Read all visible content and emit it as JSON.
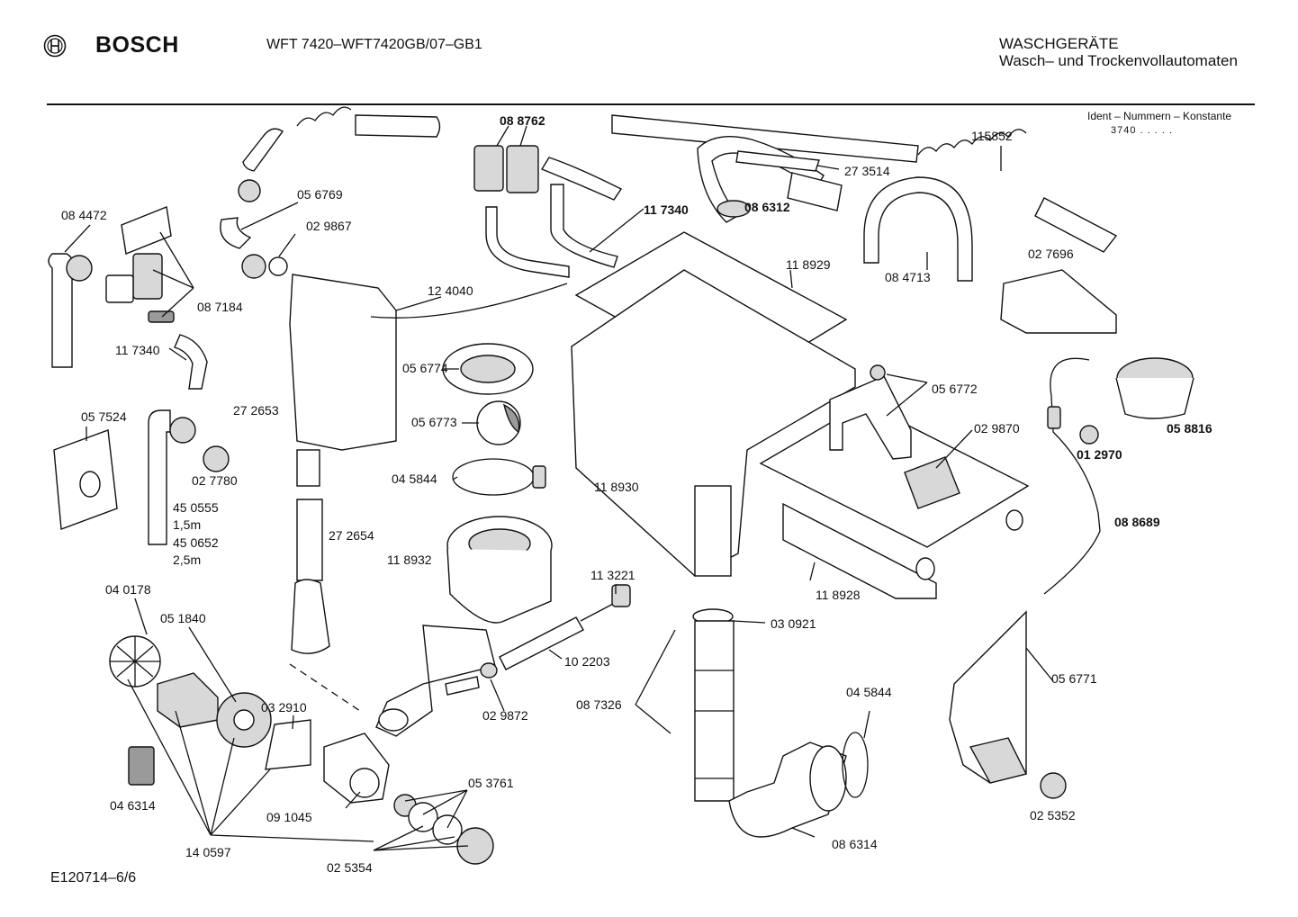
{
  "header": {
    "brand": "BOSCH",
    "model": "WFT 7420–WFT7420GB/07–GB1",
    "category_line1": "WASCHGERÄTE",
    "category_line2": "Wasch– und Trockenvollautomaten",
    "ident_label": "Ident – Nummern – Konstante",
    "ident_code": "3740 . . . . ."
  },
  "footer": {
    "drawing_no": "E120714–6/6"
  },
  "labels": {
    "p084472": "08 4472",
    "p087184": "08 7184",
    "p117340a": "11 7340",
    "p057524": "05 7524",
    "p027780": "02 7780",
    "p450555": "45 0555",
    "len1": "1,5m",
    "p450652": "45 0652",
    "len2": "2,5m",
    "p040178": "04 0178",
    "p051840": "05 1840",
    "p046314": "04 6314",
    "p140597": "14 0597",
    "p056769": "05 6769",
    "p029867": "02 9867",
    "p272653": "27 2653",
    "p272654": "27 2654",
    "p032910": "03 2910",
    "p091045": "09 1045",
    "p025354": "02 5354",
    "p053761": "05 3761",
    "p088762": "08 8762",
    "p124040": "12 4040",
    "p056774": "05 6774",
    "p056773": "05 6773",
    "p045844a": "04 5844",
    "p118932": "11 8932",
    "p113221": "11 3221",
    "p102203": "10 2203",
    "p029872": "02 9872",
    "p117340b": "11 7340",
    "p086312": "08 6312",
    "p273514": "27 3514",
    "p118929": "11 8929",
    "p118930": "11 8930",
    "p118928": "11 8928",
    "p030921": "03 0921",
    "p087326": "08 7326",
    "p045844b": "04 5844",
    "p086314": "08 6314",
    "p115852": "115852",
    "p084713": "08 4713",
    "p027696": "02 7696",
    "p056772": "05 6772",
    "p029870": "02 9870",
    "p058816": "05 8816",
    "p012970": "01 2970",
    "p088689": "08 8689",
    "p056771": "05 6771",
    "p025352": "02 5352"
  }
}
